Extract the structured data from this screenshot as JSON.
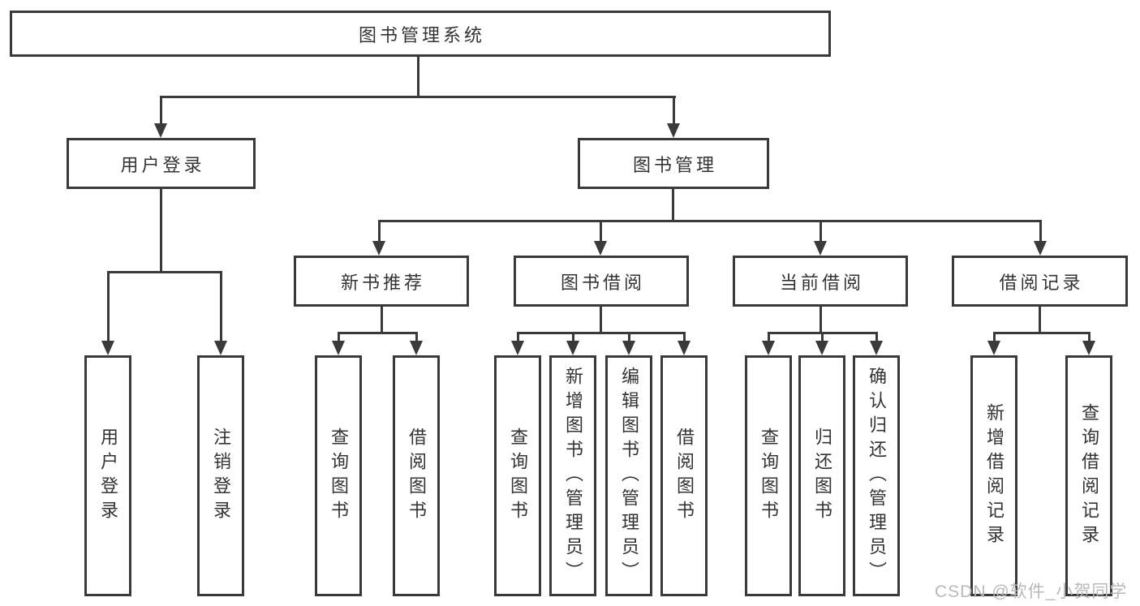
{
  "diagram": {
    "root": {
      "label": "图书管理系统"
    },
    "branches": [
      {
        "label": "用户登录",
        "children": [
          {
            "label": "用户登录"
          },
          {
            "label": "注销登录"
          }
        ]
      },
      {
        "label": "图书管理",
        "children": [
          {
            "label": "新书推荐",
            "children": [
              {
                "label": "查询图书"
              },
              {
                "label": "借阅图书"
              }
            ]
          },
          {
            "label": "图书借阅",
            "children": [
              {
                "label": "查询图书"
              },
              {
                "label": "新增图书（管理员）"
              },
              {
                "label": "编辑图书（管理员）"
              },
              {
                "label": "借阅图书"
              }
            ]
          },
          {
            "label": "当前借阅",
            "children": [
              {
                "label": "查询图书"
              },
              {
                "label": "归还图书"
              },
              {
                "label": "确认归还（管理员）"
              }
            ]
          },
          {
            "label": "借阅记录",
            "children": [
              {
                "label": "新增借阅记录"
              },
              {
                "label": "查询借阅记录"
              }
            ]
          }
        ]
      }
    ]
  },
  "watermark": {
    "text": "CSDN @软件_小贺同学"
  },
  "colors": {
    "line": "#3a3a3a",
    "text": "#333333",
    "background": "#ffffff",
    "watermark": "#b9b9b9"
  }
}
